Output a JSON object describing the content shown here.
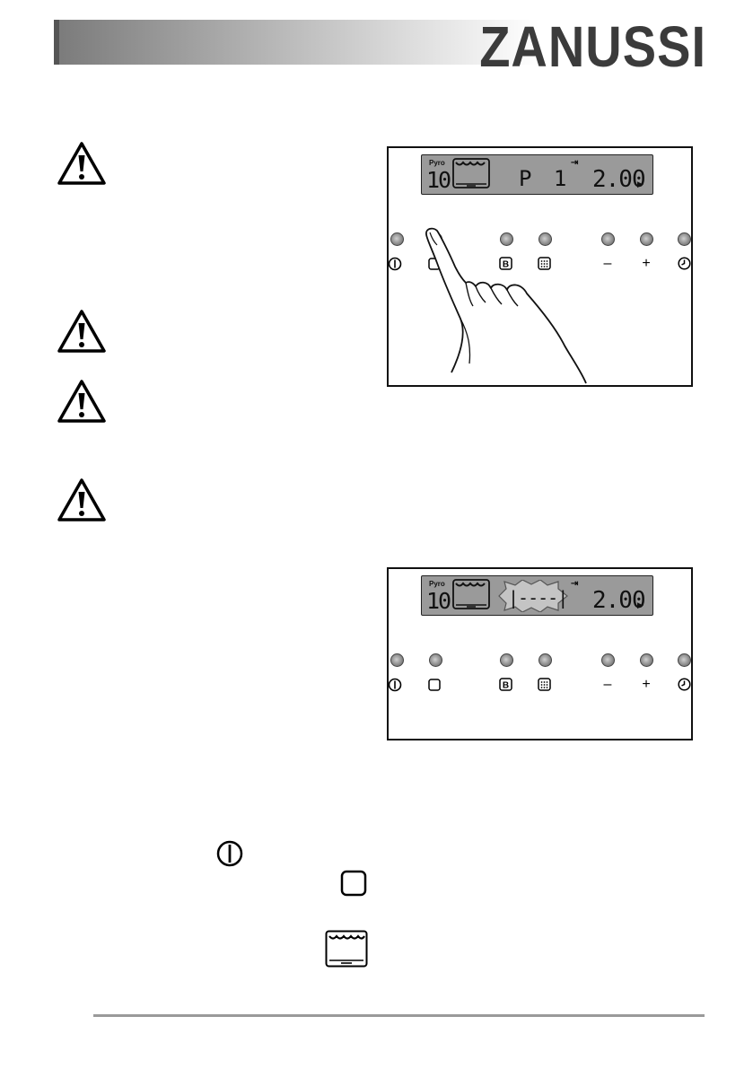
{
  "header": {
    "brand": "ZANUSSI"
  },
  "panels": [
    {
      "display": {
        "pyro_label": "Pyro",
        "temperature": "10",
        "program": "P 1",
        "end_symbol": "⇥",
        "time": "2.00",
        "time_arrow": "▶"
      },
      "keys": {
        "minus": "–",
        "plus": "+",
        "b_label": "B"
      }
    },
    {
      "display": {
        "pyro_label": "Pyro",
        "temperature": "10",
        "program_dashes": "|----|",
        "end_symbol": "⇥",
        "time": "2.00",
        "time_arrow": "▶"
      },
      "keys": {
        "minus": "–",
        "plus": "+",
        "b_label": "B"
      }
    }
  ],
  "icons": {
    "warning": "warning-triangle-icon",
    "on_off": "on-off-icon",
    "function": "function-square-icon",
    "oven": "oven-function-icon",
    "pyrolysis": "pyrolysis-icon",
    "clock": "clock-icon"
  }
}
